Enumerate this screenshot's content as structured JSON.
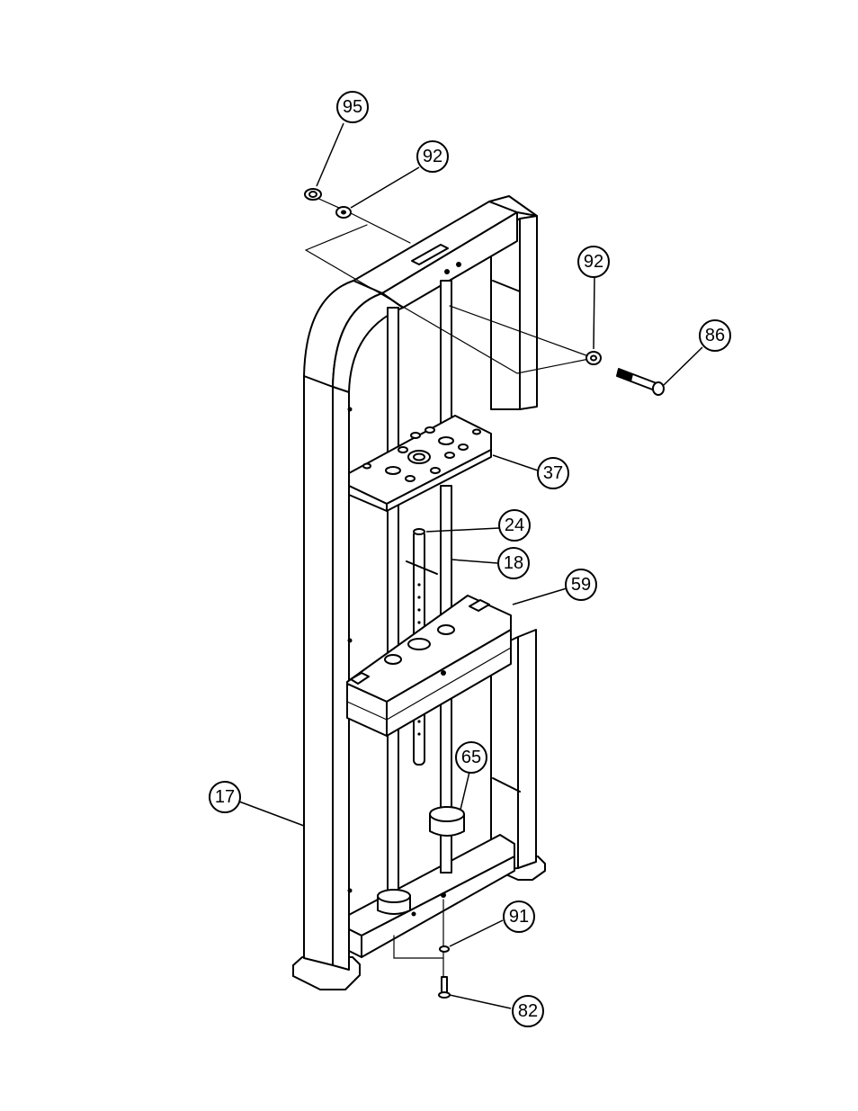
{
  "callouts": [
    {
      "id": "c95",
      "label": "95"
    },
    {
      "id": "c92a",
      "label": "92"
    },
    {
      "id": "c92b",
      "label": "92"
    },
    {
      "id": "c86",
      "label": "86"
    },
    {
      "id": "c37",
      "label": "37"
    },
    {
      "id": "c24",
      "label": "24"
    },
    {
      "id": "c18",
      "label": "18"
    },
    {
      "id": "c59",
      "label": "59"
    },
    {
      "id": "c65",
      "label": "65"
    },
    {
      "id": "c17",
      "label": "17"
    },
    {
      "id": "c91",
      "label": "91"
    },
    {
      "id": "c82",
      "label": "82"
    }
  ]
}
